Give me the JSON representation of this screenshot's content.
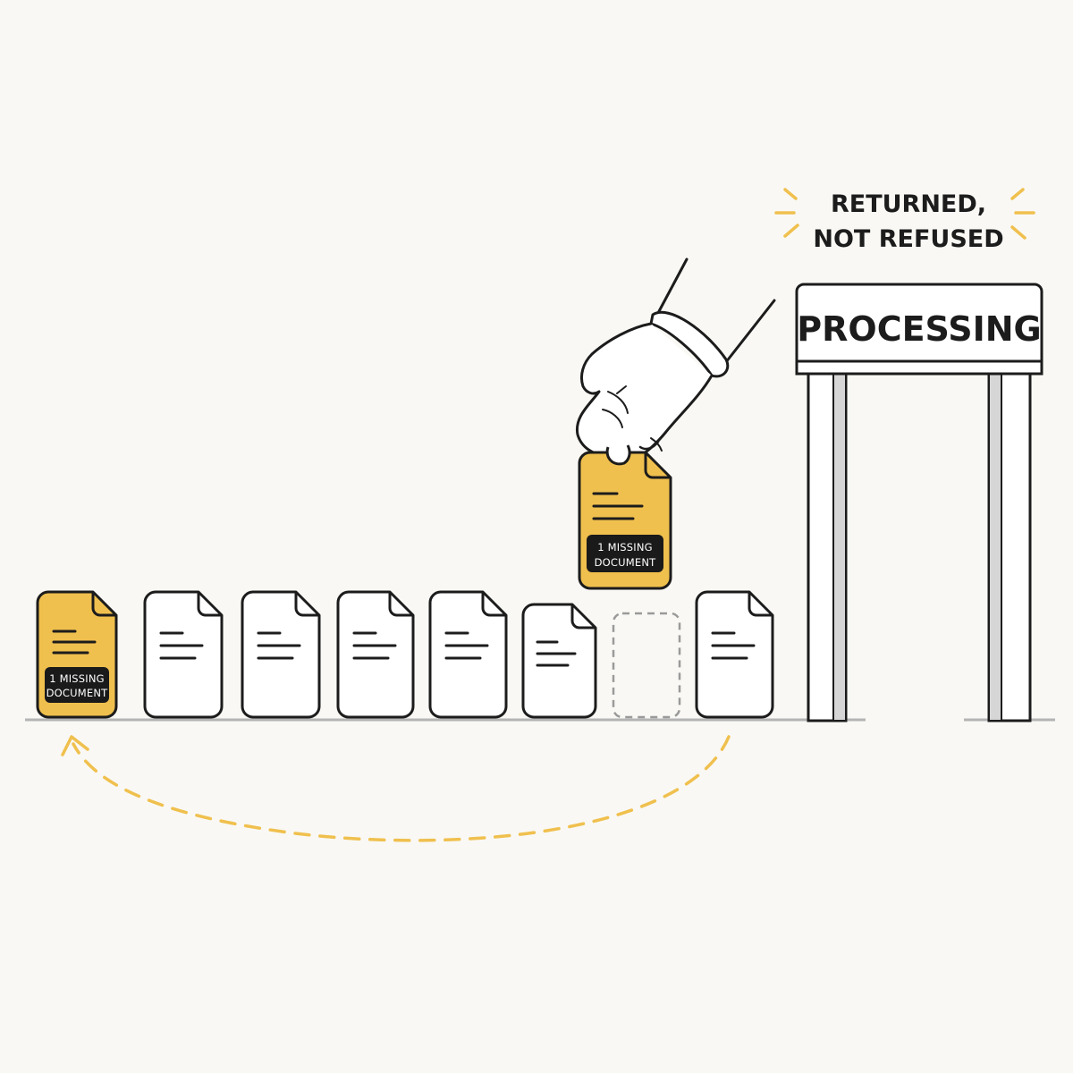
{
  "callout": {
    "line1": "RETURNED,",
    "line2": "NOT REFUSED"
  },
  "gate": {
    "label": "PROCESSING"
  },
  "tag": {
    "line1": "1 MISSING",
    "line2": "DOCUMENT"
  },
  "colors": {
    "background": "#f9f8f4",
    "accent": "#f0c04e",
    "ink": "#1c1c1c",
    "placeholder": "#9a9a9a",
    "tag": "#1a1a1a"
  },
  "icons": [
    "hand-icon",
    "document-icon",
    "dashed-arrow-icon",
    "gate-icon"
  ]
}
